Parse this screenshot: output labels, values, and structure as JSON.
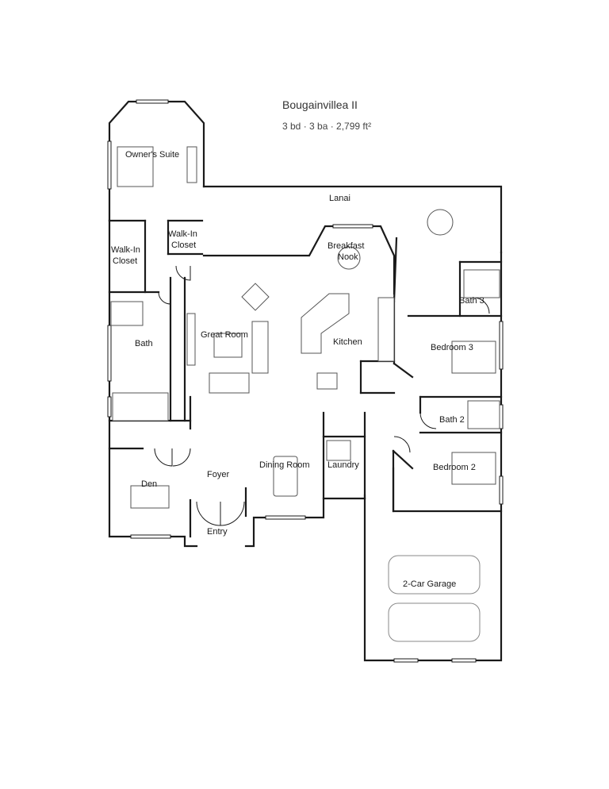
{
  "plan": {
    "title": "Bougainvillea II",
    "subtitle": "3 bd · 3 ba · 2,799 ft²"
  },
  "rooms": {
    "owners_suite": "Owner's Suite",
    "lanai": "Lanai",
    "walk_in_closet_1": "Walk-In Closet",
    "walk_in_closet_2": "Walk-In Closet",
    "breakfast_nook": "Breakfast Nook",
    "bath_3": "Bath 3",
    "great_room": "Great Room",
    "kitchen": "Kitchen",
    "bedroom_3": "Bedroom 3",
    "bath": "Bath",
    "bath_2": "Bath 2",
    "foyer": "Foyer",
    "dining_room": "Dining Room",
    "laundry": "Laundry",
    "bedroom_2": "Bedroom 2",
    "den": "Den",
    "entry": "Entry",
    "garage": "2-Car Garage"
  }
}
